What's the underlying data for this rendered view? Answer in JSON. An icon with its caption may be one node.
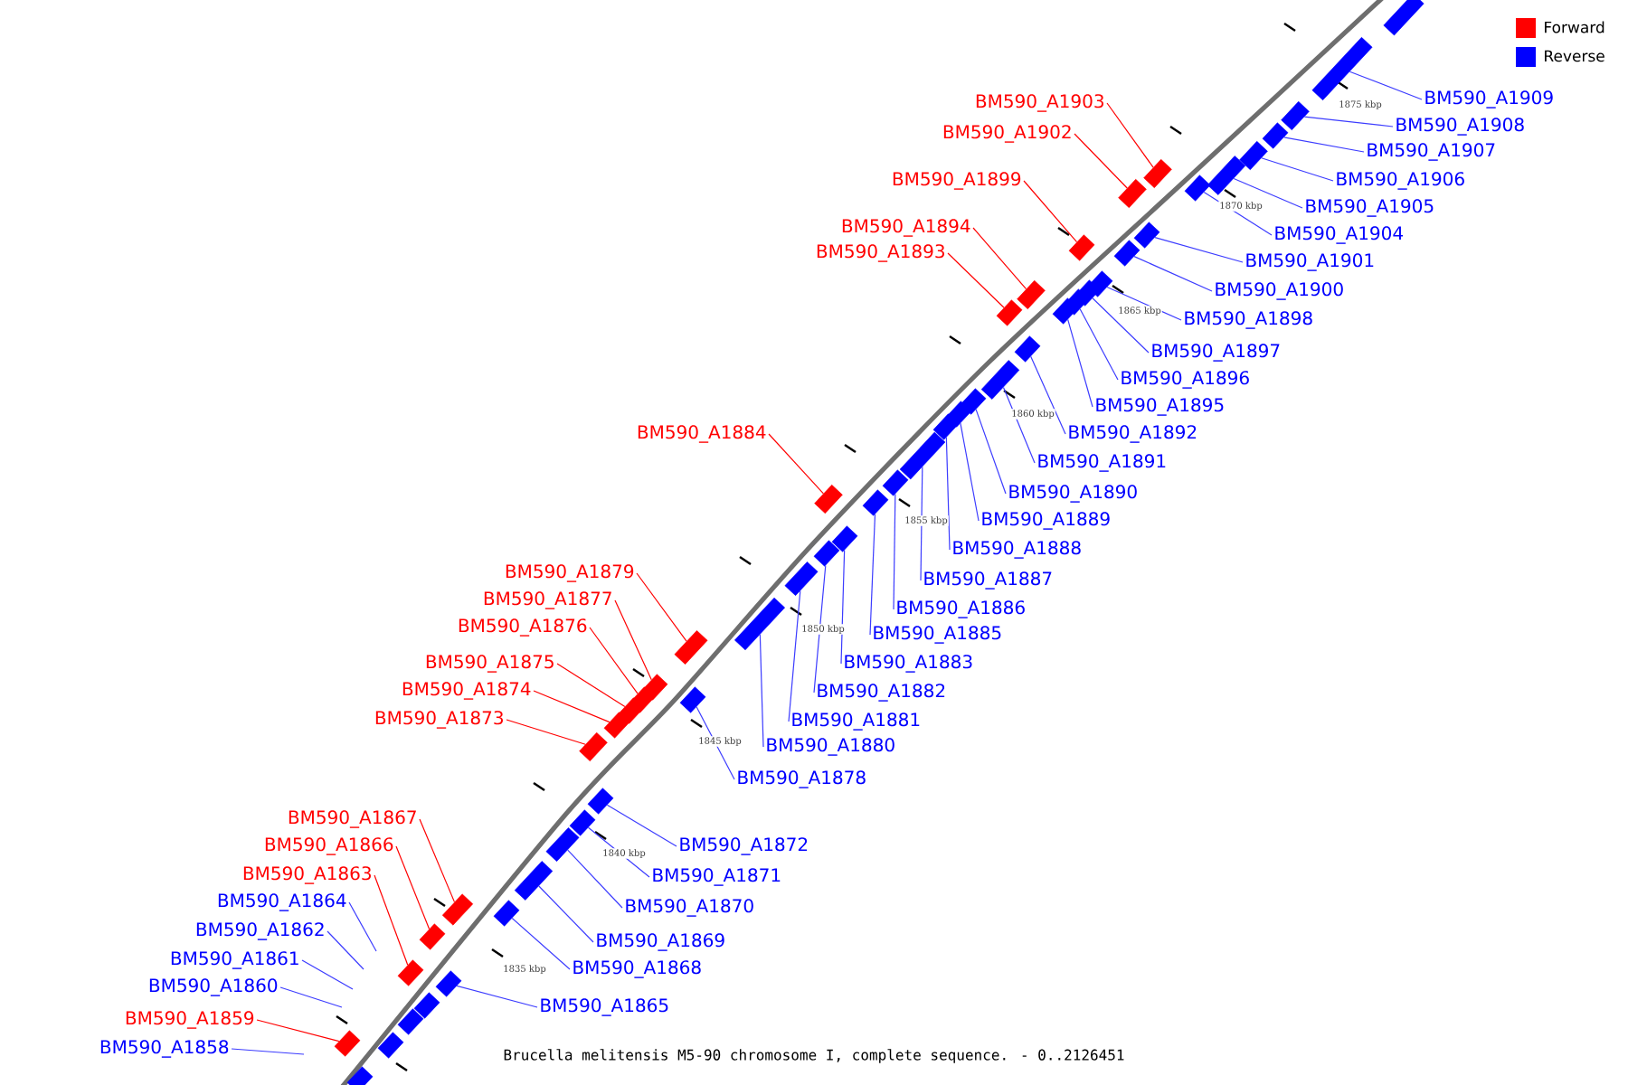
{
  "diagram": {
    "caption": "Brucella melitensis M5-90 chromosome I, complete sequence. - 0..2126451",
    "nodes": [
      {
        "text": [
          "BM590_A1909"
        ]
      },
      {
        "text": [
          "BM590_A1908"
        ]
      },
      {
        "text": [
          "BM590_A1907"
        ]
      },
      {
        "text": [
          "BM590_A1906"
        ]
      },
      {
        "text": [
          "BM590_A1905"
        ]
      },
      {
        "text": [
          "BM590_A1904"
        ]
      },
      {
        "text": [
          "BM590_A1903"
        ]
      },
      {
        "text": [
          "BM590_A1902"
        ]
      },
      {
        "text": [
          "BM590_A1901"
        ]
      },
      {
        "text": [
          "BM590_A1900"
        ]
      },
      {
        "text": [
          "BM590_A1899"
        ]
      },
      {
        "text": [
          "BM590_A1898"
        ]
      },
      {
        "text": [
          "BM590_A1897"
        ]
      },
      {
        "text": [
          "BM590_A1896"
        ]
      },
      {
        "text": [
          "BM590_A1895"
        ]
      },
      {
        "text": [
          "BM590_A1894"
        ]
      },
      {
        "text": [
          "BM590_A1893"
        ]
      },
      {
        "text": [
          "BM590_A1892"
        ]
      },
      {
        "text": [
          "BM590_A1891"
        ]
      },
      {
        "text": [
          "BM590_A1890"
        ]
      },
      {
        "text": [
          "BM590_A1889"
        ]
      },
      {
        "text": [
          "BM590_A1888"
        ]
      },
      {
        "text": [
          "BM590_A1887"
        ]
      },
      {
        "text": [
          "BM590_A1886"
        ]
      },
      {
        "text": [
          "BM590_A1885"
        ]
      },
      {
        "text": [
          "BM590_A1884"
        ]
      },
      {
        "text": [
          "BM590_A1883"
        ]
      },
      {
        "text": [
          "BM590_A1882"
        ]
      },
      {
        "text": [
          "BM590_A1881"
        ]
      },
      {
        "text": [
          "BM590_A1880"
        ]
      },
      {
        "text": [
          "BM590_A1879"
        ]
      },
      {
        "text": [
          "BM590_A1878"
        ]
      },
      {
        "text": [
          "BM590_A1877"
        ]
      },
      {
        "text": [
          "BM590_A1876"
        ]
      },
      {
        "text": [
          "BM590_A1875"
        ]
      },
      {
        "text": [
          "BM590_A1874"
        ]
      },
      {
        "text": [
          "BM590_A1873"
        ]
      },
      {
        "text": [
          "BM590_A1872"
        ]
      },
      {
        "text": [
          "BM590_A1871"
        ]
      },
      {
        "text": [
          "BM590_A1870"
        ]
      },
      {
        "text": [
          "BM590_A1869"
        ]
      },
      {
        "text": [
          "BM590_A1868"
        ]
      },
      {
        "text": [
          "BM590_A1867"
        ]
      },
      {
        "text": [
          "BM590_A1866"
        ]
      },
      {
        "text": [
          "BM590_A1865"
        ]
      },
      {
        "text": [
          "BM590_A1864"
        ]
      },
      {
        "text": [
          "BM590_A1863"
        ]
      },
      {
        "text": [
          "BM590_A1862"
        ]
      },
      {
        "text": [
          "BM590_A1861"
        ]
      },
      {
        "text": [
          "BM590_A1860"
        ]
      },
      {
        "text": [
          "BM590_A1859"
        ]
      },
      {
        "text": [
          "BM590_A1858"
        ]
      },
      {
        "text": [],
        "shape": "box"
      },
      {
        "text": [],
        "shape": "box"
      },
      {
        "text": [],
        "shape": "box"
      },
      {
        "text": [],
        "shape": "box"
      },
      {
        "text": [],
        "shape": "box"
      },
      {
        "text": [],
        "shape": "box"
      },
      {
        "text": [],
        "shape": "box"
      },
      {
        "text": [],
        "shape": "box"
      },
      {
        "text": [],
        "shape": "box"
      },
      {
        "text": [],
        "shape": "box"
      },
      {
        "text": [],
        "shape": "box"
      },
      {
        "text": [],
        "shape": "box"
      },
      {
        "text": [],
        "shape": "box"
      },
      {
        "text": [],
        "shape": "box"
      },
      {
        "text": [],
        "shape": "box"
      },
      {
        "text": [],
        "shape": "box"
      },
      {
        "text": [],
        "shape": "box"
      },
      {
        "text": [],
        "shape": "box"
      },
      {
        "text": [],
        "shape": "box"
      },
      {
        "text": [],
        "shape": "box"
      },
      {
        "text": [],
        "shape": "box"
      },
      {
        "text": [],
        "shape": "box"
      },
      {
        "text": [],
        "shape": "box"
      },
      {
        "text": [],
        "shape": "box"
      },
      {
        "text": [],
        "shape": "box"
      },
      {
        "text": [],
        "shape": "box"
      },
      {
        "text": [],
        "shape": "box"
      },
      {
        "text": [],
        "shape": "box"
      },
      {
        "text": [],
        "shape": "box"
      },
      {
        "text": [],
        "shape": "box"
      },
      {
        "text": [],
        "shape": "box"
      },
      {
        "text": [],
        "shape": "box"
      },
      {
        "text": [],
        "shape": "box"
      },
      {
        "text": [],
        "shape": "box"
      },
      {
        "text": [],
        "shape": "box"
      },
      {
        "text": [],
        "shape": "box"
      },
      {
        "text": [],
        "shape": "box"
      },
      {
        "text": [],
        "shape": "box"
      },
      {
        "text": [],
        "shape": "box"
      },
      {
        "text": [],
        "shape": "box"
      },
      {
        "text": [],
        "shape": "box"
      },
      {
        "text": [],
        "shape": "box"
      },
      {
        "text": [],
        "shape": "box"
      },
      {
        "text": [],
        "shape": "box"
      },
      {
        "text": [],
        "shape": "box"
      },
      {
        "text": [],
        "shape": "box"
      },
      {
        "text": [],
        "shape": "box"
      },
      {
        "text": [],
        "shape": "box"
      },
      {
        "text": [],
        "shape": "box"
      },
      {
        "text": [],
        "shape": "box"
      },
      {
        "text": [],
        "shape": "box"
      },
      {
        "text": [],
        "shape": "box"
      }
    ],
    "edges": [
      {
        "from": 0,
        "to": 52,
        "arrow": "none"
      },
      {
        "from": 1,
        "to": 53,
        "arrow": "none"
      },
      {
        "from": 2,
        "to": 54,
        "arrow": "none"
      },
      {
        "from": 3,
        "to": 55,
        "arrow": "none"
      },
      {
        "from": 4,
        "to": 56,
        "arrow": "none"
      },
      {
        "from": 5,
        "to": 57,
        "arrow": "none"
      },
      {
        "from": 6,
        "to": 58,
        "arrow": "none",
        "color": "#ff0000"
      },
      {
        "from": 7,
        "to": 59,
        "arrow": "none",
        "color": "#ff0000"
      },
      {
        "from": 8,
        "to": 60,
        "arrow": "none"
      },
      {
        "from": 9,
        "to": 61,
        "arrow": "none"
      },
      {
        "from": 10,
        "to": 62,
        "arrow": "none",
        "color": "#ff0000"
      },
      {
        "from": 11,
        "to": 63,
        "arrow": "none"
      },
      {
        "from": 12,
        "to": 64,
        "arrow": "none"
      },
      {
        "from": 13,
        "to": 65,
        "arrow": "none"
      },
      {
        "from": 14,
        "to": 66,
        "arrow": "none"
      },
      {
        "from": 15,
        "to": 67,
        "arrow": "none",
        "color": "#ff0000"
      },
      {
        "from": 16,
        "to": 68,
        "arrow": "none",
        "color": "#ff0000"
      },
      {
        "from": 17,
        "to": 69,
        "arrow": "none"
      },
      {
        "from": 18,
        "to": 70,
        "arrow": "none"
      },
      {
        "from": 19,
        "to": 71,
        "arrow": "none"
      },
      {
        "from": 20,
        "to": 72,
        "arrow": "none"
      },
      {
        "from": 21,
        "to": 73,
        "arrow": "none"
      },
      {
        "from": 22,
        "to": 74,
        "arrow": "none"
      },
      {
        "from": 23,
        "to": 75,
        "arrow": "none"
      },
      {
        "from": 24,
        "to": 76,
        "arrow": "none"
      },
      {
        "from": 25,
        "to": 77,
        "arrow": "none",
        "color": "#ff0000"
      },
      {
        "from": 26,
        "to": 78,
        "arrow": "none"
      },
      {
        "from": 27,
        "to": 79,
        "arrow": "none"
      },
      {
        "from": 28,
        "to": 80,
        "arrow": "none"
      },
      {
        "from": 29,
        "to": 81,
        "arrow": "none"
      },
      {
        "from": 30,
        "to": 82,
        "arrow": "none",
        "color": "#ff0000"
      },
      {
        "from": 31,
        "to": 83,
        "arrow": "none"
      },
      {
        "from": 32,
        "to": 84,
        "arrow": "none",
        "color": "#ff0000"
      },
      {
        "from": 33,
        "to": 85,
        "arrow": "none",
        "color": "#ff0000"
      },
      {
        "from": 34,
        "to": 86,
        "arrow": "none",
        "color": "#ff0000"
      },
      {
        "from": 35,
        "to": 87,
        "arrow": "none",
        "color": "#ff0000"
      },
      {
        "from": 36,
        "to": 88,
        "arrow": "none",
        "color": "#ff0000"
      },
      {
        "from": 37,
        "to": 89,
        "arrow": "none"
      },
      {
        "from": 38,
        "to": 90,
        "arrow": "none"
      },
      {
        "from": 39,
        "to": 91,
        "arrow": "none"
      },
      {
        "from": 40,
        "to": 92,
        "arrow": "none"
      },
      {
        "from": 41,
        "to": 93,
        "arrow": "none"
      },
      {
        "from": 42,
        "to": 94,
        "arrow": "none",
        "color": "#ff0000"
      },
      {
        "from": 43,
        "to": 95,
        "arrow": "none",
        "color": "#ff0000"
      },
      {
        "from": 44,
        "to": 96,
        "arrow": "none"
      },
      {
        "from": 45,
        "to": null,
        "arrow": "none"
      },
      {
        "from": 46,
        "to": 97,
        "arrow": "none",
        "color": "#ff0000"
      },
      {
        "from": 47,
        "to": null,
        "arrow": "none"
      },
      {
        "from": 48,
        "to": null,
        "arrow": "none"
      },
      {
        "from": 49,
        "to": null,
        "arrow": "none"
      },
      {
        "from": 50,
        "to": 98,
        "arrow": "none",
        "color": "#ff0000"
      },
      {
        "from": 51,
        "to": null,
        "arrow": "none"
      }
    ],
    "labels": [
      "1875 kbp",
      "1870 kbp",
      "1865 kbp",
      "1860 kbp",
      "1855 kbp",
      "1850 kbp",
      "1845 kbp",
      "1840 kbp",
      "1835 kbp"
    ],
    "legend": [
      {
        "text": "Forward",
        "color": "#ff0000"
      },
      {
        "text": "Reverse",
        "color": "#0000ff"
      }
    ]
  }
}
